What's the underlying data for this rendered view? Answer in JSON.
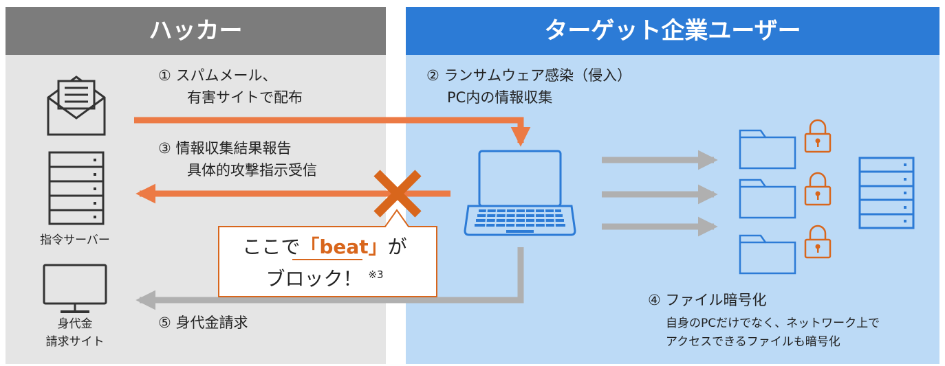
{
  "hacker": {
    "title": "ハッカー",
    "labels": {
      "command_server": "指令サーバー",
      "ransom_site_line1": "身代金",
      "ransom_site_line2": "請求サイト"
    }
  },
  "target": {
    "title": "ターゲット企業ユーザー"
  },
  "steps": {
    "step1_line1": "① スパムメール、",
    "step1_line2": "有害サイトで配布",
    "step2_line1": "② ランサムウェア感染（侵入）",
    "step2_line2": "PC内の情報収集",
    "step3_line1": "③ 情報収集結果報告",
    "step3_line2": "具体的攻撃指示受信",
    "step4_title": "④ ファイル暗号化",
    "step4_desc_line1": "自身のPCだけでなく、ネットワーク上で",
    "step4_desc_line2": "アクセスできるファイルも暗号化",
    "step5": "⑤ 身代金請求"
  },
  "callout": {
    "prefix": "ここで",
    "brand": "「beat」",
    "suffix": "が",
    "line2": "ブロック！",
    "note": "※3"
  },
  "icons": {
    "mail": "mail-envelope-icon",
    "server": "server-rack-icon",
    "monitor": "monitor-icon",
    "laptop": "laptop-icon",
    "folder": "folder-icon",
    "lock": "padlock-icon",
    "block": "block-x-icon"
  },
  "colors": {
    "hacker_header": "#7c7c7c",
    "hacker_bg": "#e5e5e5",
    "target_header": "#2c7bd6",
    "target_bg": "#bcdaf6",
    "attack_arrow": "#ec7a45",
    "gray_arrow": "#b0b0b0",
    "block_x": "#d8661c",
    "icon_dark": "#333333",
    "icon_blue": "#2c7bd6",
    "lock": "#d8661c"
  }
}
